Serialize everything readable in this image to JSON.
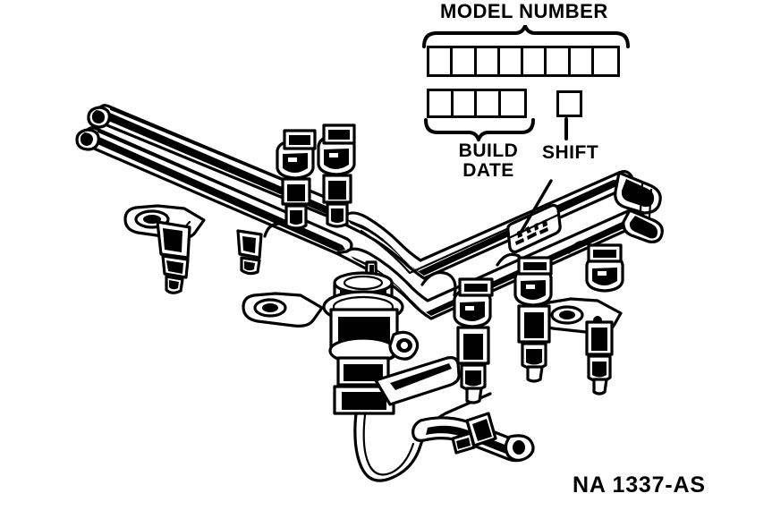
{
  "document": {
    "kind": "technical-line-illustration",
    "subject": "Fuel injector rail assembly identification",
    "background_color": "#ffffff",
    "ink_color": "#000000"
  },
  "legend": {
    "model_number": {
      "label": "MODEL NUMBER",
      "cell_count": 8,
      "cells": [
        "",
        "",
        "",
        "",
        "",
        "",
        "",
        ""
      ],
      "brace": "curly-brace-down"
    },
    "build_date": {
      "label_line_1": "BUILD",
      "label_line_2": "DATE",
      "cell_count": 4,
      "cells": [
        "",
        "",
        "",
        ""
      ],
      "brace": "curly-brace-up"
    },
    "shift": {
      "label": "SHIFT",
      "cell_count": 1,
      "cells": [
        ""
      ],
      "tick": "vertical-leader-tick"
    }
  },
  "callout": {
    "leader_line": "points-to-identification-tag-on-fuel-rail",
    "target": "rail-id-tag"
  },
  "part_number": "NA 1337-AS",
  "illustration_parts": [
    "upper-fuel-rail-tube",
    "lower-fuel-rail-tube",
    "cross-over-rail-tube",
    "fuel-pressure-regulator",
    "fuel-injector-1",
    "fuel-injector-2",
    "fuel-injector-3",
    "fuel-injector-4",
    "fuel-injector-5",
    "fuel-injector-6",
    "mounting-bracket-left",
    "mounting-bracket-right",
    "fuel-supply-line",
    "fuel-return-line",
    "quick-connect-fitting",
    "rail-end-cap-left",
    "rail-end-fitting-right",
    "rail-id-tag"
  ]
}
